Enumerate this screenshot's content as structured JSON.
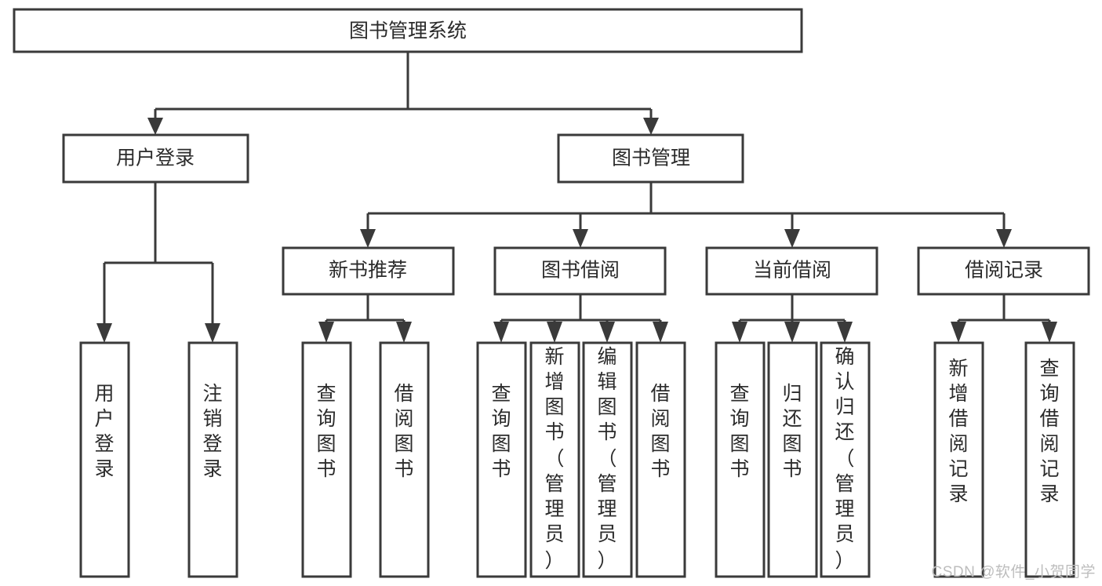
{
  "diagram": {
    "type": "tree-hierarchy-chart",
    "title": "图书管理系统",
    "watermark": "CSDN @软件_小贺同学",
    "colors": {
      "box_fill": "#ffffff",
      "box_stroke": "#3a3a3a",
      "text": "#2b2b2b",
      "watermark": "#bdbdbd",
      "background": "#ffffff"
    },
    "levels": {
      "root": {
        "label": "图书管理系统"
      },
      "level2": [
        {
          "id": "user-login",
          "label": "用户登录"
        },
        {
          "id": "book-management",
          "label": "图书管理"
        }
      ],
      "level3": [
        {
          "id": "new-book-recommend",
          "label": "新书推荐",
          "parent": "book-management"
        },
        {
          "id": "book-borrow",
          "label": "图书借阅",
          "parent": "book-management"
        },
        {
          "id": "current-borrow",
          "label": "当前借阅",
          "parent": "book-management"
        },
        {
          "id": "borrow-record",
          "label": "借阅记录",
          "parent": "book-management"
        }
      ],
      "leaves": [
        {
          "id": "leaf-user-login",
          "label": "用户登录",
          "parent": "user-login"
        },
        {
          "id": "leaf-user-logout",
          "label": "注销登录",
          "parent": "user-login"
        },
        {
          "id": "leaf-query-book-1",
          "label": "查询图书",
          "parent": "new-book-recommend"
        },
        {
          "id": "leaf-borrow-book-1",
          "label": "借阅图书",
          "parent": "new-book-recommend"
        },
        {
          "id": "leaf-query-book-2",
          "label": "查询图书",
          "parent": "book-borrow"
        },
        {
          "id": "leaf-add-book",
          "label": "新增图书（管理员）",
          "parent": "book-borrow"
        },
        {
          "id": "leaf-edit-book",
          "label": "编辑图书（管理员）",
          "parent": "book-borrow"
        },
        {
          "id": "leaf-borrow-book-2",
          "label": "借阅图书",
          "parent": "book-borrow"
        },
        {
          "id": "leaf-query-book-3",
          "label": "查询图书",
          "parent": "current-borrow"
        },
        {
          "id": "leaf-return-book",
          "label": "归还图书",
          "parent": "current-borrow"
        },
        {
          "id": "leaf-confirm-return",
          "label": "确认归还（管理员）",
          "parent": "current-borrow"
        },
        {
          "id": "leaf-add-record",
          "label": "新增借阅记录",
          "parent": "borrow-record"
        },
        {
          "id": "leaf-query-record",
          "label": "查询借阅记录",
          "parent": "borrow-record"
        }
      ]
    }
  }
}
